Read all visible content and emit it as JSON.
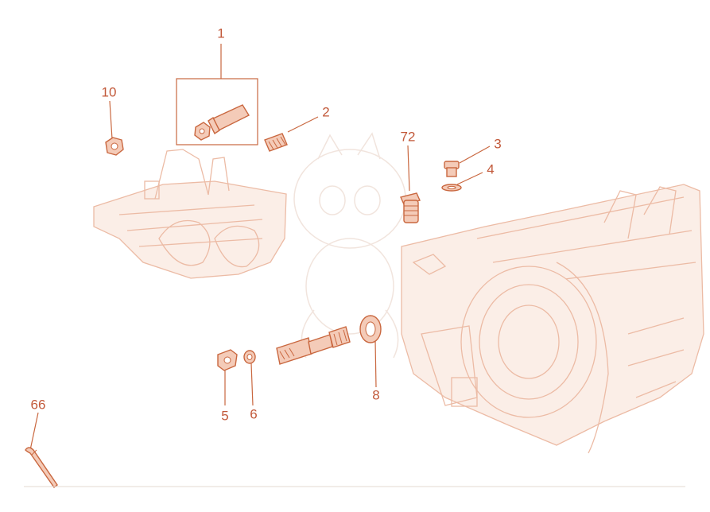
{
  "callouts": {
    "c1": "1",
    "c2": "2",
    "c3": "3",
    "c4": "4",
    "c5": "5",
    "c6": "6",
    "c8": "8",
    "c10": "10",
    "c66": "66",
    "c72": "72"
  },
  "colors": {
    "line_art": "#c9673f",
    "part_fill": "#f4cbb8",
    "ghost_art": "#ecbba5",
    "callout_text": "#c2593a"
  }
}
